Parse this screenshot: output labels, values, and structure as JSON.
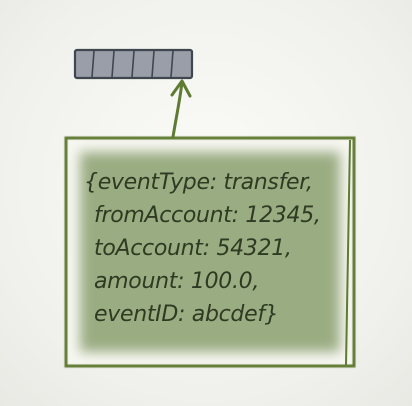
{
  "colors": {
    "ink": "#5e7a33",
    "box_fill": "#4f6f26",
    "log_fill": "#9a9ea8",
    "text": "#2f3a22"
  },
  "event_log": {
    "cell_count": 6
  },
  "event": {
    "lines": [
      "{eventType: transfer,",
      "fromAccount: 12345,",
      "toAccount: 54321,",
      "amount: 100.0,",
      "eventID: abcdef}"
    ]
  }
}
